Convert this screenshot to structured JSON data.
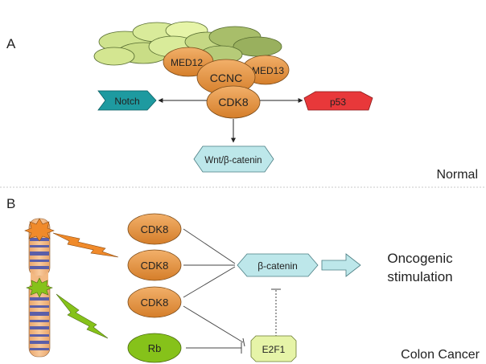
{
  "panel_a": {
    "label": "A",
    "caption": "Normal",
    "nodes": {
      "med12": "MED12",
      "med13": "MED13",
      "ccnc": "CCNC",
      "cdk8": "CDK8",
      "notch": "Notch",
      "p53": "p53",
      "wnt": "Wnt/β-catenin"
    }
  },
  "panel_b": {
    "label": "B",
    "caption": "Colon Cancer",
    "cdk8_labels": [
      "CDK8",
      "CDK8",
      "CDK8"
    ],
    "rb": "Rb",
    "beta_catenin": "β-catenin",
    "e2f1": "E2F1",
    "outcome_line1": "Oncogenic",
    "outcome_line2": "stimulation"
  },
  "colors": {
    "orange": "#E0913C",
    "teal": "#1E9AA0",
    "red": "#E8383A",
    "light_blue": "#BDE7EA",
    "green": "#86C21A",
    "light_green": "#E6F4A8",
    "mediator_light": "#D9EB9A",
    "mediator_dark": "#A8BE6A",
    "chromosome_band": "#5C5FA8",
    "chromosome_body": "#F3B983"
  }
}
